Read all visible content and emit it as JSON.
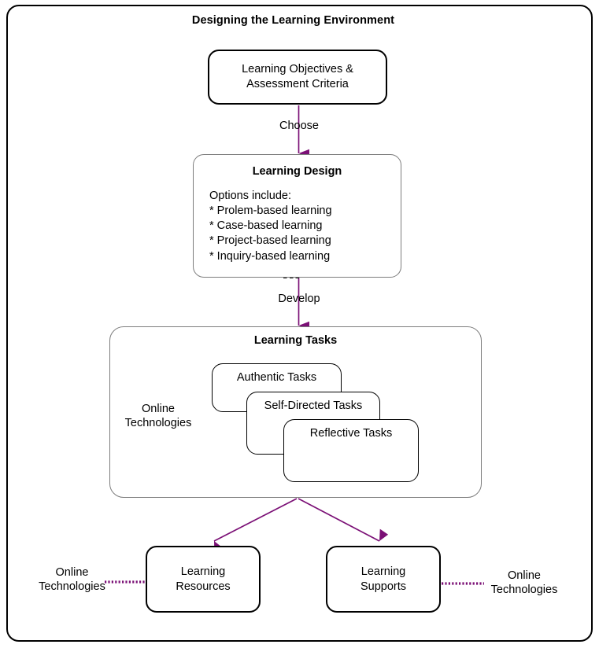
{
  "diagram": {
    "title": "Designing the Learning Environment",
    "accent_color": "#7b1076",
    "border_color": "#000000",
    "container_border_color": "#7d7d7d",
    "background": "#ffffff"
  },
  "nodes": {
    "objectives": {
      "label": "Learning Objectives &\nAssessment Criteria"
    },
    "design": {
      "title": "Learning Design",
      "body": "Options include:\n* Prolem-based learning\n* Case-based learning\n* Project-based learning\n* Inquiry-based learning"
    },
    "tasks_container": {
      "title": "Learning Tasks",
      "side_label": "Online\nTechnologies"
    },
    "task_cards": [
      {
        "label": "Authentic Tasks"
      },
      {
        "label": "Self-Directed Tasks"
      },
      {
        "label": "Reflective Tasks"
      }
    ],
    "resources": {
      "label": "Learning\nResources",
      "side_label": "Online\nTechnologies"
    },
    "supports": {
      "label": "Learning\nSupports",
      "side_label": "Online\nTechnologies"
    }
  },
  "edges": {
    "choose": {
      "label": "Choose"
    },
    "develop": {
      "label": "Develop"
    }
  }
}
